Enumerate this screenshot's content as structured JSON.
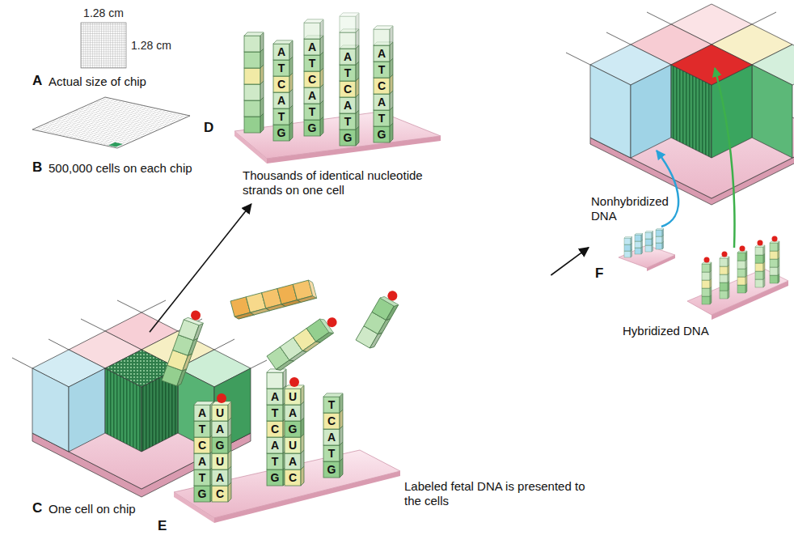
{
  "diagram": {
    "nodes": [
      {
        "text": [
          "A",
          "Actual size of chip"
        ]
      },
      {
        "text": [
          "B",
          "500,000 cells on each chip"
        ]
      },
      {
        "text": [
          "C",
          "One cell on chip"
        ]
      },
      {
        "text": [
          "D",
          "Thousands of identical nucleotide strands on one cell"
        ]
      },
      {
        "text": [
          "E",
          "Labeled fetal DNA is presented to the cells"
        ]
      },
      {
        "text": [
          "F",
          "Nonhybridized DNA",
          "Hybridized DNA"
        ]
      }
    ],
    "edges": [
      {
        "from": 2,
        "to": 3,
        "arrow": "to"
      },
      {
        "from": 4,
        "to": 5,
        "arrow": "to"
      }
    ],
    "labels": [
      "1.28 cm",
      "1.28 cm",
      "A T C A T G",
      "A T C A T G",
      "A T C A T G",
      "A T C A T G",
      "A T C A T G",
      "U A G U A C",
      "A T C A T G",
      "U A G U A C",
      "T C A T G"
    ]
  }
}
